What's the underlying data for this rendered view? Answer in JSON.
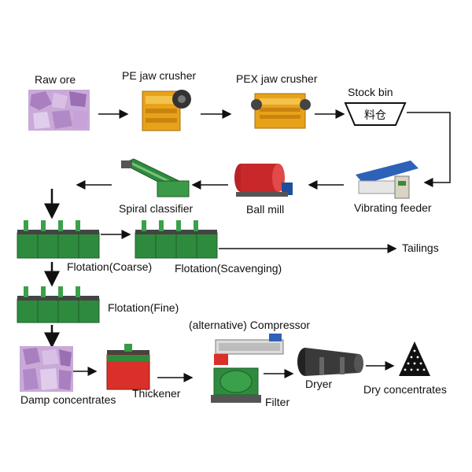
{
  "labels": {
    "raw_ore": "Raw ore",
    "pe_jaw_crusher": "PE jaw crusher",
    "pex_jaw_crusher": "PEX jaw crusher",
    "stock_bin": "Stock bin",
    "stock_bin_sign": "料仓",
    "vibrating_feeder": "Vibrating feeder",
    "ball_mill": "Ball mill",
    "spiral_classifier": "Spiral classifier",
    "flotation_coarse": "Flotation(Coarse)",
    "flotation_scavenging": "Flotation(Scavenging)",
    "tailings": "Tailings",
    "flotation_fine": "Flotation(Fine)",
    "alternative_compressor": "(alternative) Compressor",
    "damp_concentrates": "Damp concentrates",
    "thickener": "Thickener",
    "filter": "Filter",
    "dryer": "Dryer",
    "dry_concentrates": "Dry concentrates"
  },
  "colors": {
    "ore": "#b58fc4",
    "crusher": "#e8a21a",
    "flotation": "#2e8b3e",
    "thickener": "#d9302a",
    "ball_mill": "#c8282a",
    "arrow": "#111111"
  }
}
